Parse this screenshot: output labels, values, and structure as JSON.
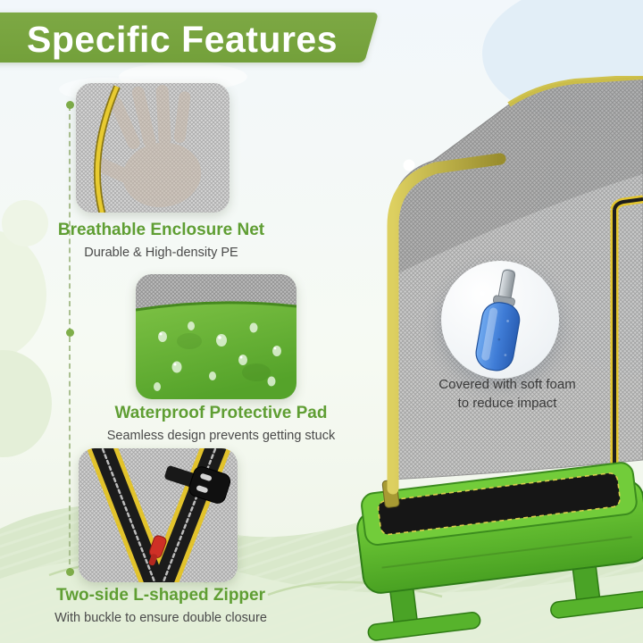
{
  "header": {
    "title": "Specific Features"
  },
  "features": [
    {
      "title": "Breathable Enclosure Net",
      "subtitle": "Durable & High-density PE"
    },
    {
      "title": "Waterproof Protective Pad",
      "subtitle": "Seamless design prevents getting stuck"
    },
    {
      "title": "Two-side L-shaped Zipper",
      "subtitle": "With buckle to ensure double closure"
    }
  ],
  "callout": {
    "line1": "Covered with soft foam",
    "line2": "to reduce impact"
  },
  "illustrations": {
    "card1": "hand-pressing-enclosure-net-with-yellow-zipper",
    "card2": "green-waterproof-pad-with-water-droplets",
    "card3": "black-zipper-with-buckle-and-red-slider",
    "main": "green-rectangle-trampoline-with-enclosure-net",
    "callout_detail": "blue-foam-sleeve-over-steel-pole"
  },
  "colors": {
    "brand_green": "#7da844",
    "feature_title_green": "#5f9e33",
    "accent_dot": "#7fae4a",
    "trampoline_green": "#63bb2f",
    "pole_olive": "#b7a93c",
    "net_gray": "#c8c8c8",
    "zipper_yellow": "#e3c52e",
    "foam_blue": "#3f7cd6",
    "slider_red": "#d63127",
    "grass_light": "#d9e8cb"
  }
}
